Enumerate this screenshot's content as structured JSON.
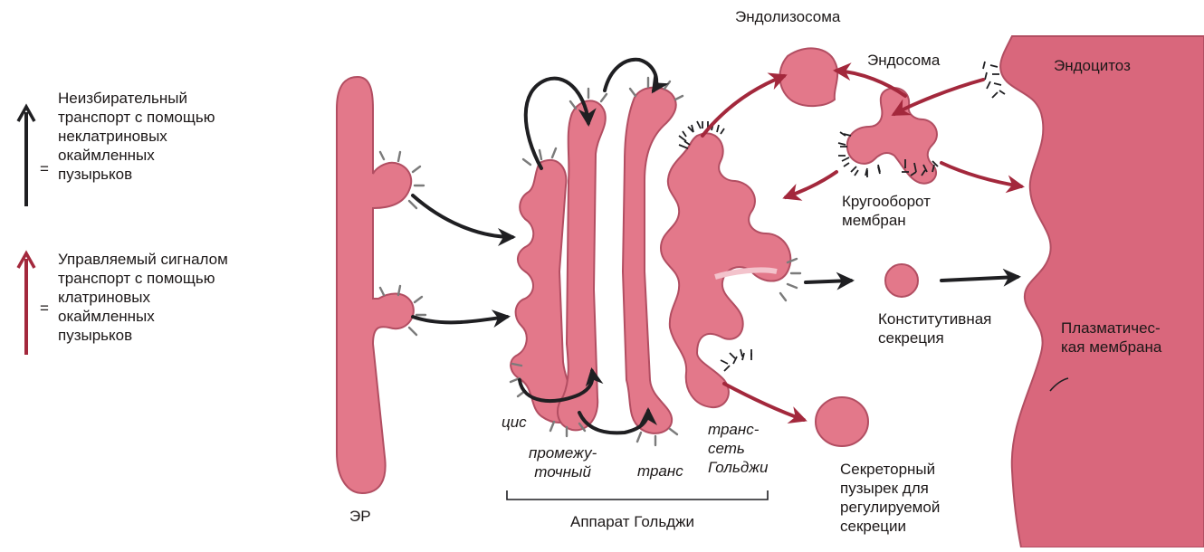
{
  "colors": {
    "organelle_fill": "#e3788a",
    "organelle_stroke": "#b24e62",
    "membrane_fill": "#d9677c",
    "black_arrow": "#1f1f22",
    "red_arrow": "#a3283c",
    "coat": "#7b7b7b"
  },
  "legend": {
    "black": {
      "icon": "black-arrow-icon",
      "equals": "=",
      "text": "Неизбирательный\nтранспорт с помощью\nнеклатриновых\nокаймленных\nпузырьков"
    },
    "red": {
      "icon": "red-arrow-icon",
      "equals": "=",
      "text": "Управляемый сигналом\nтранспорт с помощью\nклатриновых\nокаймленных\nпузырьков"
    }
  },
  "labels": {
    "er": "ЭР",
    "endolysosome": "Эндолизосома",
    "endosome": "Эндосома",
    "endocytosis": "Эндоцитоз",
    "membrane_recycling": "Кругооборот\nмембран",
    "constitutive_secretion": "Конститутивная\nсекреция",
    "plasma_membrane": "Плазматичес-\nкая мембрана",
    "secretory_vesicle": "Секреторный\nпузырек для\nрегулируемой\nсекреции",
    "cis": "цис",
    "medial": "промежу-\nточный",
    "trans": "транс",
    "trans_network": "транс-\nсеть\nГольджи",
    "golgi_apparatus": "Аппарат Гольджи"
  }
}
